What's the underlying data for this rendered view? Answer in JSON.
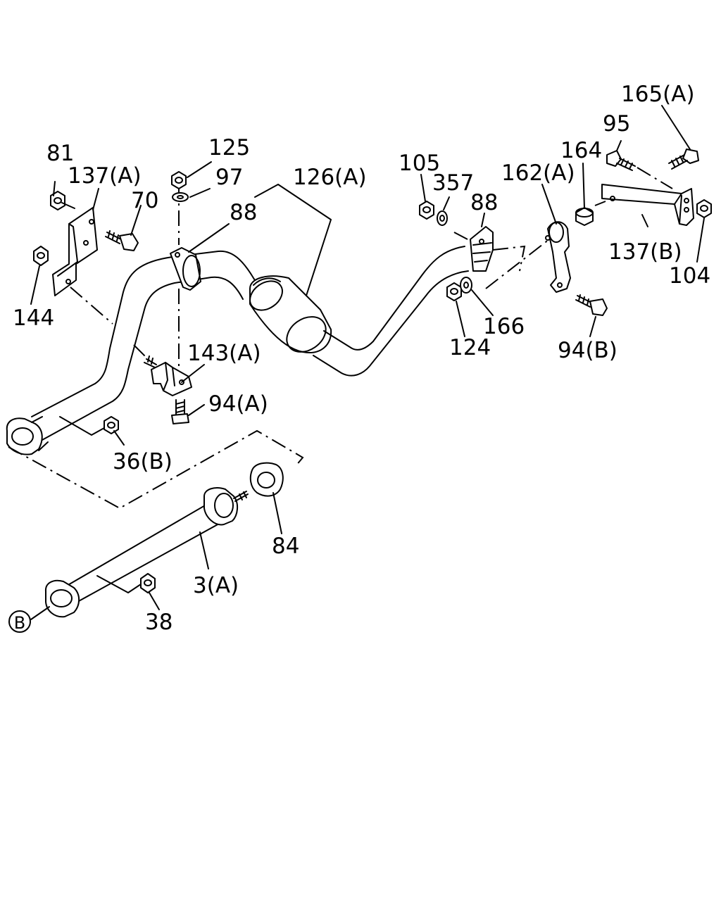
{
  "labels": {
    "p165a": "165(A)",
    "p95": "95",
    "p164": "164",
    "p125": "125",
    "p97": "97",
    "p126a": "126(A)",
    "p105": "105",
    "p357": "357",
    "p88r": "88",
    "p162a": "162(A)",
    "p81": "81",
    "p137a": "137(A)",
    "p70": "70",
    "p88l": "88",
    "p137b": "137(B)",
    "p104": "104",
    "p144": "144",
    "p166": "166",
    "p124": "124",
    "p143a": "143(A)",
    "p94b": "94(B)",
    "p94a": "94(A)",
    "p36b": "36(B)",
    "p84": "84",
    "p3a": "3(A)",
    "p38": "38",
    "ref_b": "B"
  }
}
